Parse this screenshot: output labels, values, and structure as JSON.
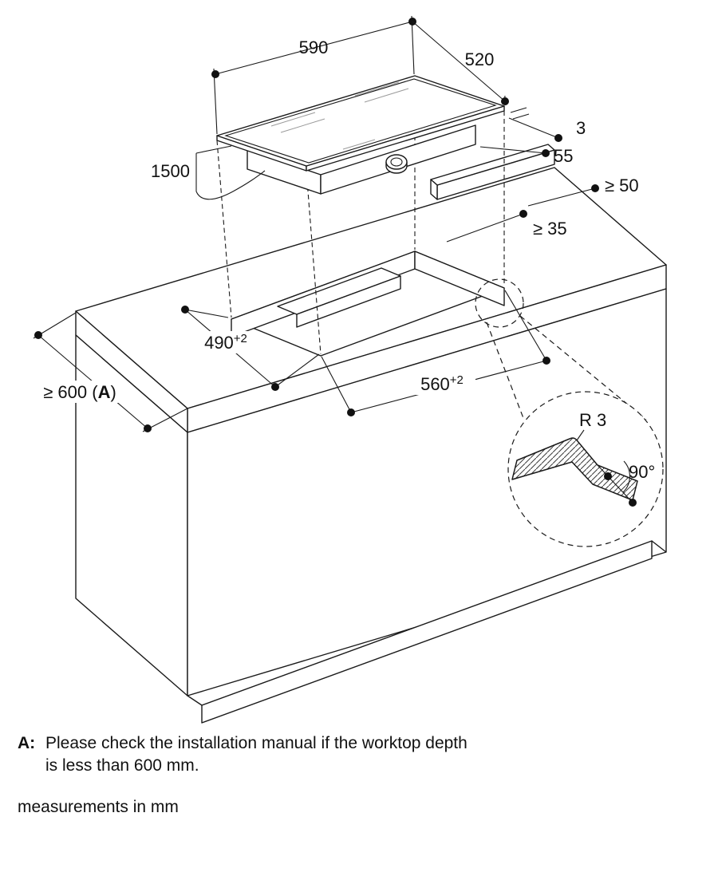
{
  "diagram": {
    "title": "cooktop-installation-drawing",
    "colors": {
      "line": "#1a1a1a",
      "background": "#ffffff"
    },
    "dims": {
      "width": "590",
      "depth": "520",
      "glass_thickness": "3",
      "appliance_height": "55",
      "rear_clearance": "≥ 50",
      "side_clearance": "≥ 35",
      "cable_length": "1500",
      "cutout_depth_value": "490",
      "cutout_depth_sup": "+2",
      "cutout_width_value": "560",
      "cutout_width_sup": "+2",
      "worktop_depth_prefix": "≥ 600 (",
      "worktop_depth_bold": "A",
      "worktop_depth_suffix": ")",
      "corner_radius": "R 3",
      "cut_angle": "90°"
    }
  },
  "notes": {
    "a_key": "A:",
    "a_line1": "Please check the installation manual if the worktop depth",
    "a_line2": "is less than 600 mm.",
    "units": "measurements in mm"
  }
}
